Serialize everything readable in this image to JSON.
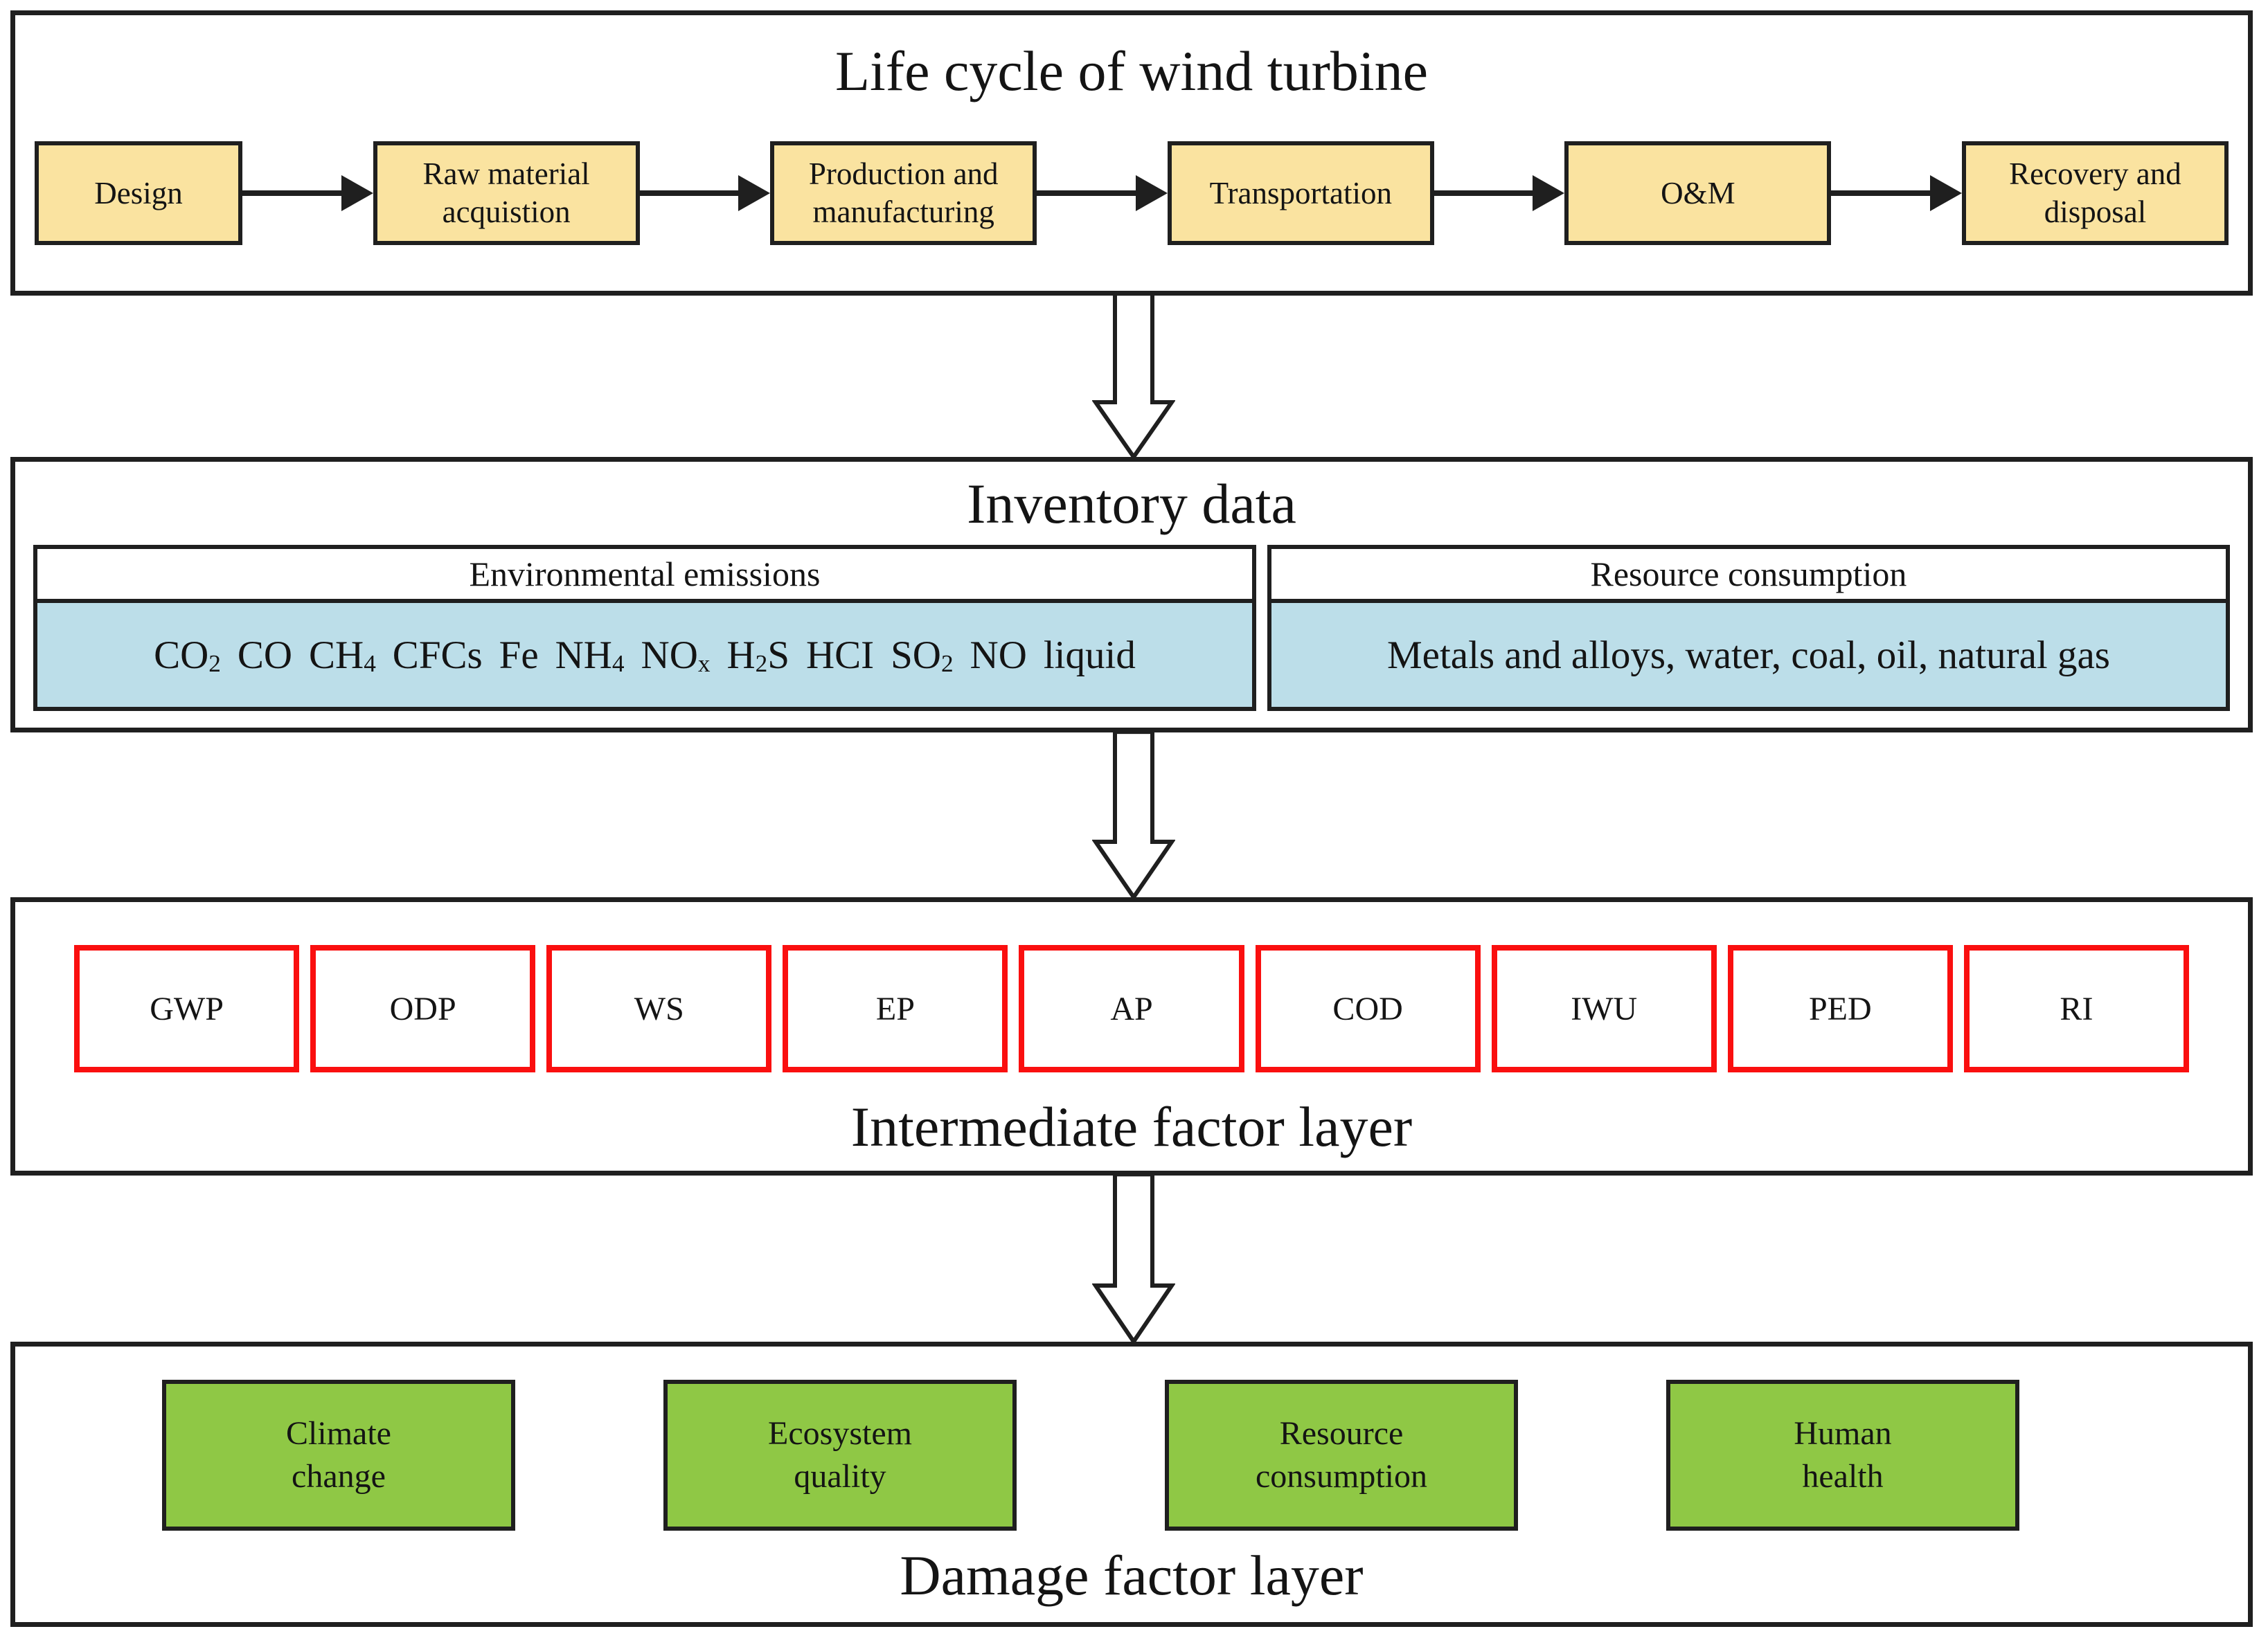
{
  "colors": {
    "box_yellow": "#fae3a0",
    "box_blue": "#bcdee9",
    "box_green": "#8fc845",
    "factor_border_red": "#fa0f0f",
    "line_black": "#1f1f1f"
  },
  "lifecycle": {
    "title": "Life cycle of wind turbine",
    "stages": [
      "Design",
      "Raw material\nacquistion",
      "Production and\nmanufacturing",
      "Transportation",
      "O&M",
      "Recovery and\ndisposal"
    ]
  },
  "inventory": {
    "title": "Inventory data",
    "environmental": {
      "header": "Environmental emissions",
      "tokens": [
        [
          "CO",
          "2"
        ],
        [
          "CO"
        ],
        [
          "CH",
          "4"
        ],
        [
          "CFCs"
        ],
        [
          "Fe"
        ],
        [
          "NH",
          "4"
        ],
        [
          "NO",
          "x"
        ],
        [
          "H",
          "2",
          "S"
        ],
        [
          "HCI"
        ],
        [
          "SO",
          "2"
        ],
        [
          "NO"
        ],
        [
          "liquid"
        ]
      ]
    },
    "resource": {
      "header": "Resource consumption",
      "content": "Metals and alloys, water, coal, oil, natural gas"
    }
  },
  "intermediate": {
    "title": "Intermediate factor layer",
    "factors": [
      "GWP",
      "ODP",
      "WS",
      "EP",
      "AP",
      "COD",
      "IWU",
      "PED",
      "RI"
    ]
  },
  "damage": {
    "title": "Damage factor layer",
    "categories": [
      "Climate\nchange",
      "Ecosystem\nquality",
      "Resource\nconsumption",
      "Human\nhealth"
    ]
  }
}
